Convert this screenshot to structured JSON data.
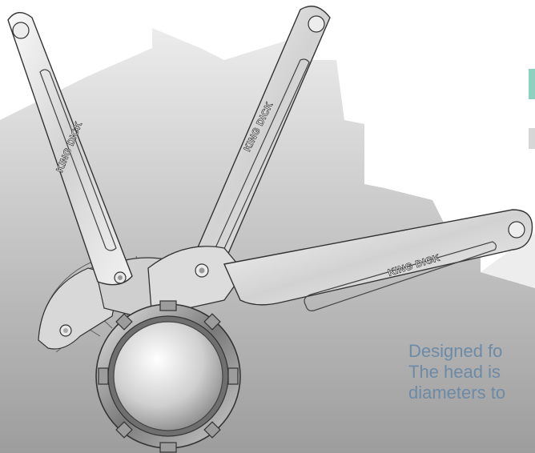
{
  "brand": {
    "wrench_label": "KING DICK"
  },
  "description": {
    "line1": "Designed fo",
    "line2": "The head is",
    "line3": "diameters to"
  },
  "colors": {
    "accent_teal": "#8ed1c1",
    "text_blue": "#6d8aa6",
    "background_grey": "#d4d4d4"
  }
}
